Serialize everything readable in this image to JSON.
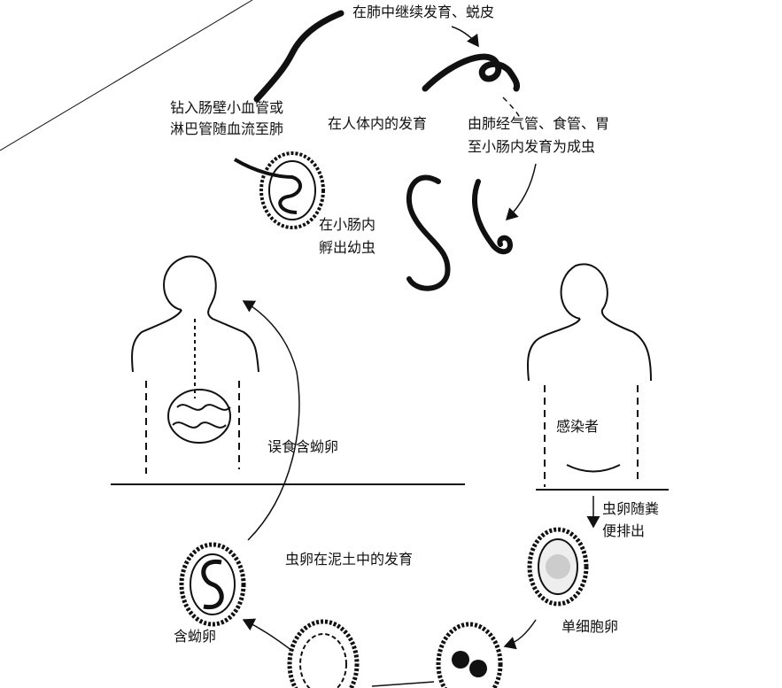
{
  "labels": {
    "lung_molt": "在肺中继续发育、蜕皮",
    "to_lung_1": "钻入肠壁小血管或",
    "to_lung_2": "淋巴管随血流至肺",
    "in_body": "在人体内的发育",
    "to_intestine_1": "由肺经气管、食管、胃",
    "to_intestine_2": "至小肠内发育为成虫",
    "hatch_1": "在小肠内",
    "hatch_2": "孵出幼虫",
    "infected": "感染者",
    "ingest": "误食含蚴卵",
    "excrete_1": "虫卵随粪",
    "excrete_2": "便排出",
    "soil": "虫卵在泥土中的发育",
    "larva_egg": "含蚴卵",
    "single_cell_egg": "单细胞卵"
  }
}
